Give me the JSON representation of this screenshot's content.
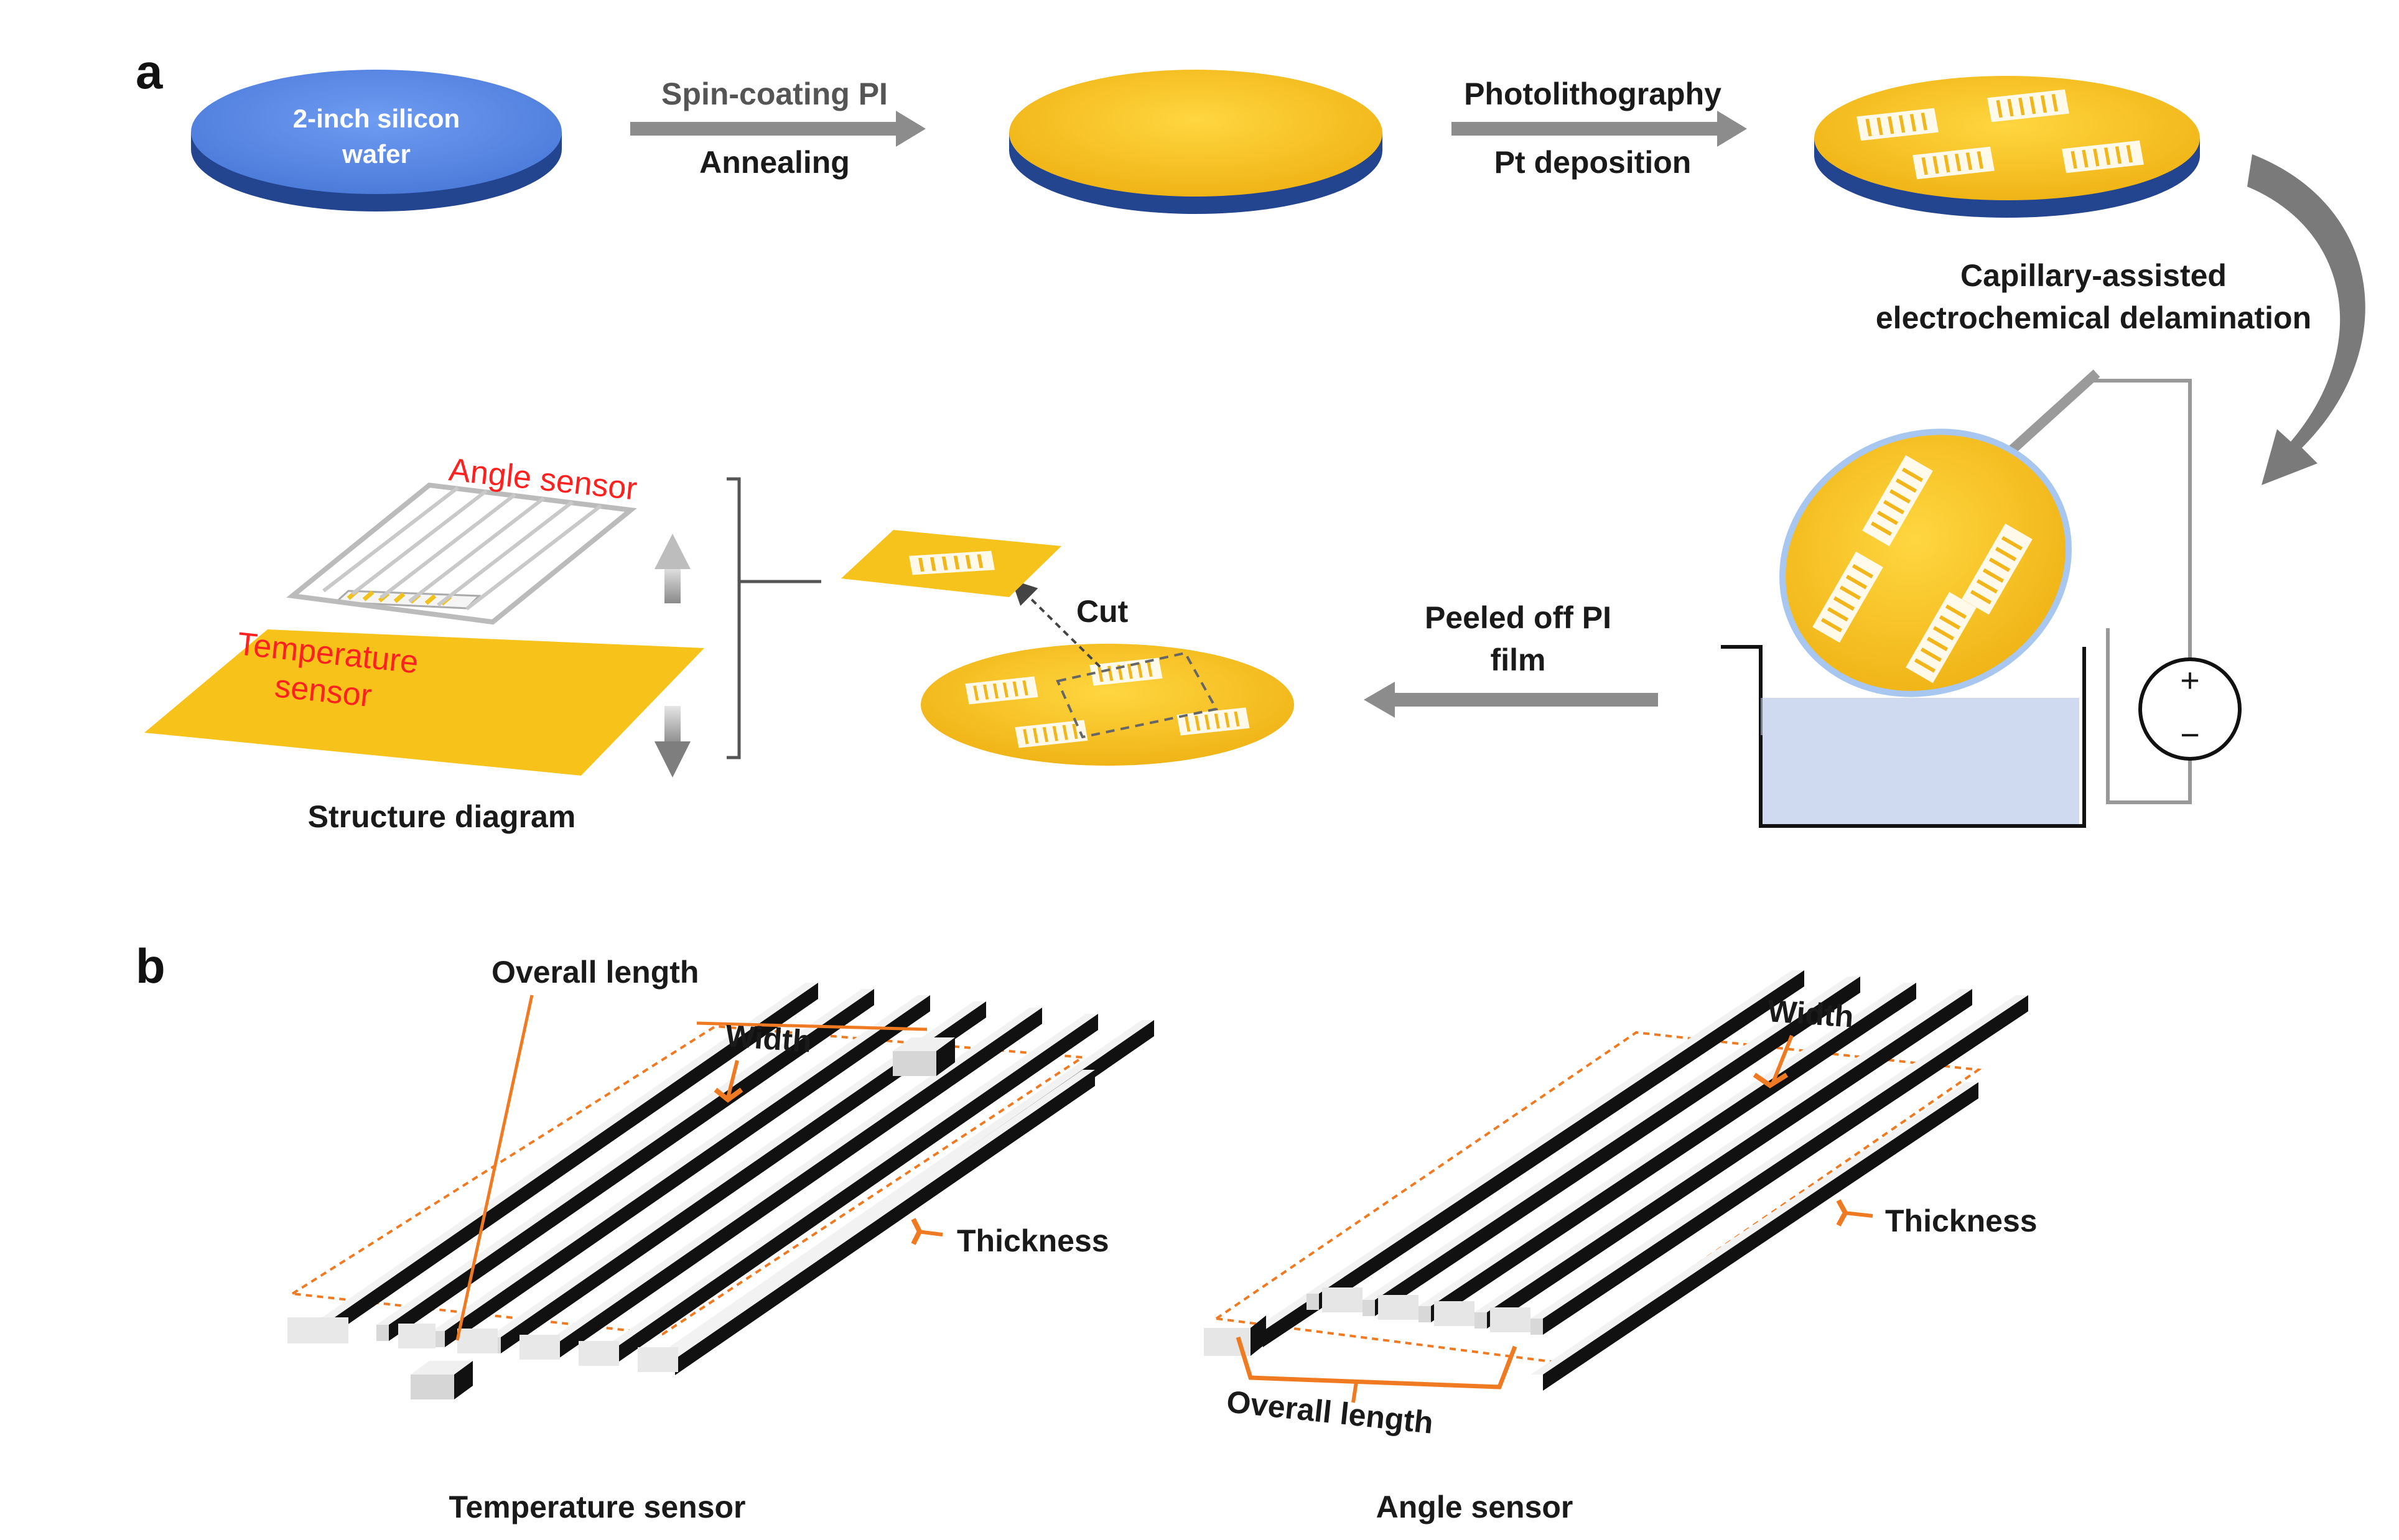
{
  "panel_a": {
    "letter": "a",
    "wafer_label_line1": "2-inch silicon",
    "wafer_label_line2": "wafer",
    "step1_top": "Spin-coating PI",
    "step1_bottom": "Annealing",
    "step2_top": "Photolithography",
    "step2_bottom": "Pt deposition",
    "step3_line1": "Capillary-assisted",
    "step3_line2": "electrochemical delamination",
    "step4_line1": "Peeled off PI",
    "step4_line2": "film",
    "cut_label": "Cut",
    "angle_sensor_label": "Angle sensor",
    "temperature_label_line1": "Temperature",
    "temperature_label_line2": "sensor",
    "structure_caption": "Structure diagram",
    "power_plus": "+",
    "power_minus": "−"
  },
  "panel_b": {
    "letter": "b",
    "temp_overall_length": "Overall length",
    "temp_width": "Width",
    "temp_thickness": "Thickness",
    "temp_caption": "Temperature sensor",
    "angle_width": "Width",
    "angle_thickness": "Thickness",
    "angle_overall_length": "Overall length",
    "angle_caption": "Angle sensor"
  },
  "colors": {
    "silicon_blue": "#5b8ae6",
    "wafer_edge_blue": "#23458f",
    "pi_yellow": "#f8c41e",
    "arrow_gray": "#8c8c8c",
    "annotation_orange": "#f07a21",
    "label_red": "#ff2020",
    "electrolyte": "#cfdaf0"
  }
}
